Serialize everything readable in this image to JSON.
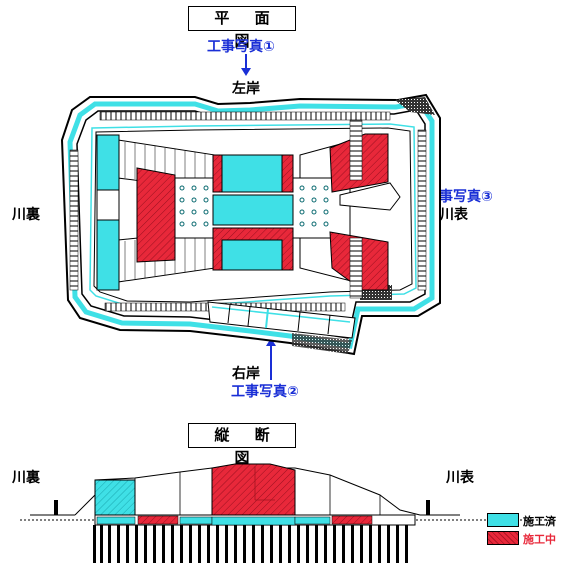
{
  "plan_title": "平 面 図",
  "section_title": "縦 断 図",
  "labels": {
    "left_bank": "左岸",
    "right_bank": "右岸",
    "river_back_plan": "川裏",
    "river_front_plan": "川表",
    "river_back_section": "川裏",
    "river_front_section": "川表"
  },
  "photos": {
    "photo1": "工事写真①",
    "photo2": "工事写真②",
    "photo3": "工事写真③"
  },
  "legend": {
    "done": "施工済",
    "in_progress": "施工中"
  },
  "colors": {
    "done": "#3fe0e6",
    "in_progress": "#e8283a",
    "photo_text": "#1a2fd6"
  }
}
